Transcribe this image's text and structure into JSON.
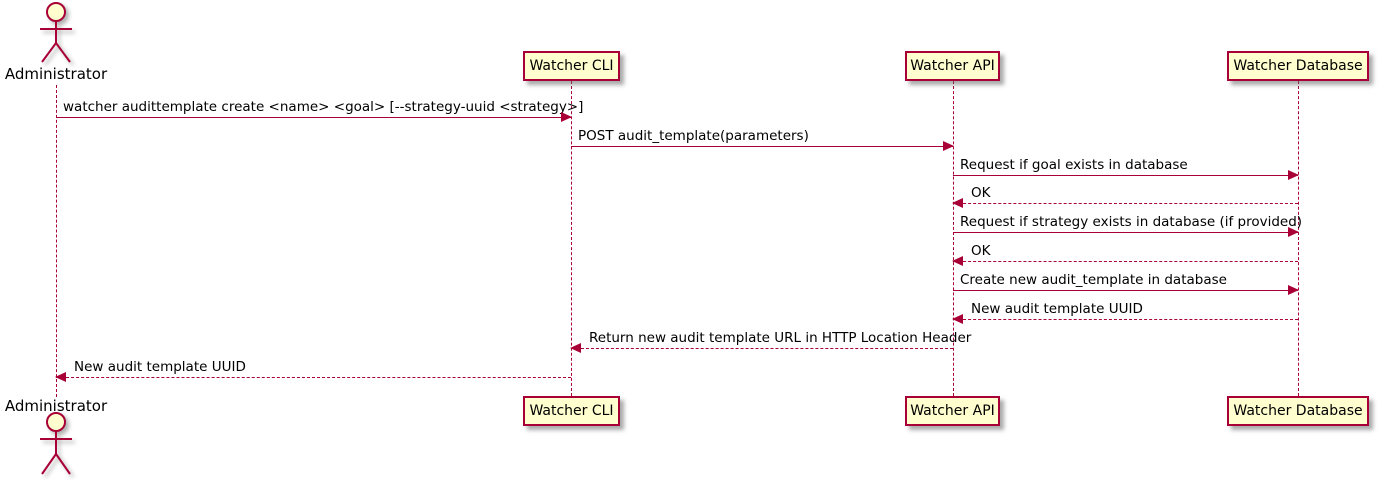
{
  "diagram": {
    "type": "sequence-diagram",
    "colors": {
      "line_border": "#A80036",
      "participant_fill": "#FEFECE",
      "text": "#000000",
      "background": "#FFFFFF"
    },
    "actor": {
      "name": "Administrator"
    },
    "participants": [
      {
        "label": "Watcher CLI"
      },
      {
        "label": "Watcher API"
      },
      {
        "label": "Watcher Database"
      }
    ],
    "messages": [
      {
        "from": "Administrator",
        "to": "Watcher CLI",
        "style": "solid",
        "label": "watcher audittemplate create <name> <goal> [--strategy-uuid <strategy>]"
      },
      {
        "from": "Watcher CLI",
        "to": "Watcher API",
        "style": "solid",
        "label": "POST audit_template(parameters)"
      },
      {
        "from": "Watcher API",
        "to": "Watcher Database",
        "style": "solid",
        "label": "Request if goal exists in database"
      },
      {
        "from": "Watcher Database",
        "to": "Watcher API",
        "style": "dashed",
        "label": "OK"
      },
      {
        "from": "Watcher API",
        "to": "Watcher Database",
        "style": "solid",
        "label": "Request if strategy exists in database (if provided)"
      },
      {
        "from": "Watcher Database",
        "to": "Watcher API",
        "style": "dashed",
        "label": "OK"
      },
      {
        "from": "Watcher API",
        "to": "Watcher Database",
        "style": "solid",
        "label": "Create new audit_template in database"
      },
      {
        "from": "Watcher Database",
        "to": "Watcher API",
        "style": "dashed",
        "label": "New audit template UUID"
      },
      {
        "from": "Watcher API",
        "to": "Watcher CLI",
        "style": "dashed",
        "label": "Return new audit template URL in HTTP Location Header"
      },
      {
        "from": "Watcher CLI",
        "to": "Administrator",
        "style": "dashed",
        "label": "New audit template UUID"
      }
    ]
  }
}
